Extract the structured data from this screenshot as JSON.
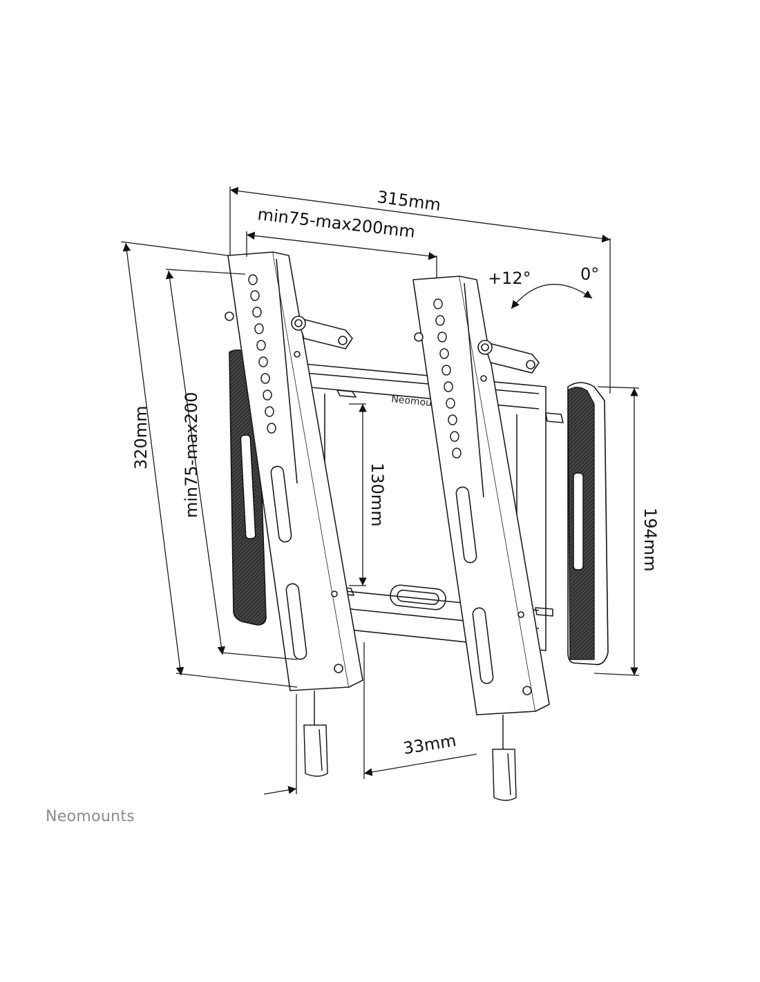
{
  "dimensions": {
    "overall_width": "315mm",
    "hole_spacing_horizontal": "min75-max200mm",
    "tilt_forward": "+12°",
    "tilt_zero": "0°",
    "overall_height": "320mm",
    "hole_spacing_vertical": "min75-max200",
    "wall_plate_spacing": "130mm",
    "wall_plate_height": "194mm",
    "wall_distance": "33mm"
  },
  "plate_logo": "Neomounts",
  "brand_logo": "Neomounts",
  "colors": {
    "line": "#1a1a1a",
    "pad_fill": "#2a2a2a",
    "brand_text": "#8a8a8a"
  }
}
